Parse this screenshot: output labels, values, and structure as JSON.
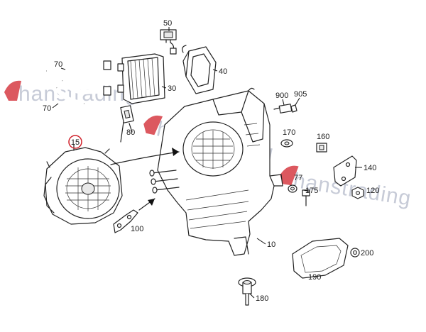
{
  "labels": {
    "p10": "10",
    "p15": "15",
    "p30": "30",
    "p40": "40",
    "p50": "50",
    "p70a": "70",
    "p70b": "70",
    "p77": "77",
    "p80": "80",
    "p100": "100",
    "p120": "120",
    "p140": "140",
    "p160": "160",
    "p170": "170",
    "p175": "175",
    "p180": "180",
    "p190": "190",
    "p200": "200",
    "p900": "900",
    "p905": "905"
  },
  "watermark": {
    "text": "hanstrading",
    "accent_color": "#d0202a",
    "brand_color": "#1d3b8f"
  },
  "highlight_color": "#d0202a"
}
